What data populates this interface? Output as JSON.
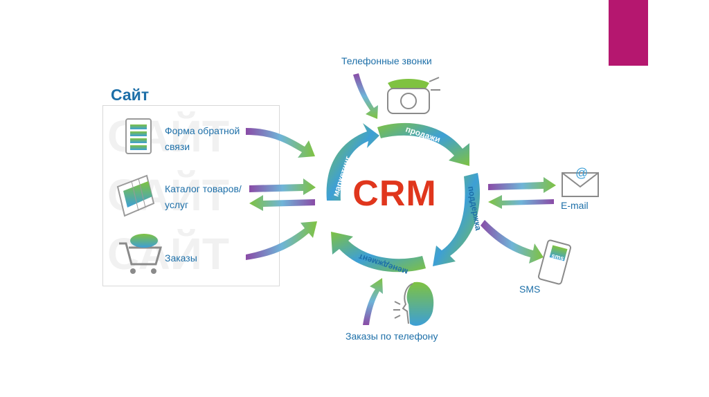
{
  "site": {
    "title": "Сайт",
    "watermark": "САЙТ",
    "items": {
      "form": "Форма обратной связи",
      "catalog": "Каталог товаров/услуг",
      "orders": "Заказы"
    }
  },
  "center": {
    "label": "CRM",
    "cycle": {
      "marketing": "маркетинг",
      "sales": "продажи",
      "support": "поддержка",
      "management": "менеджмент"
    }
  },
  "channels": {
    "calls": "Телефонные звонки",
    "email": "E-mail",
    "sms": "SMS",
    "phone_orders": "Заказы по телефону"
  },
  "icons": {
    "email_symbol": "@",
    "sms_screen": "sms"
  },
  "colors": {
    "accent": "#b5176f",
    "label": "#1d6fa8",
    "crm": "#e0361d",
    "arrow_green": "#7fc241",
    "arrow_purple": "#8a4ba6"
  }
}
